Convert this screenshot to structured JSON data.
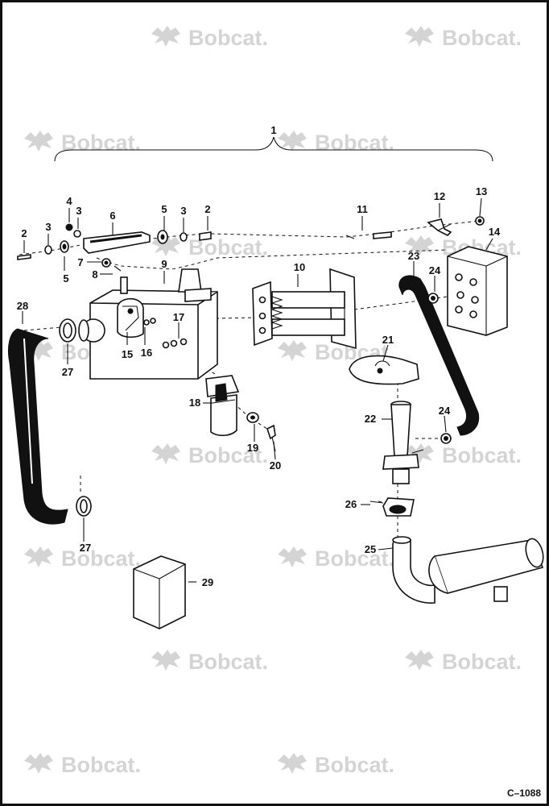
{
  "watermark": {
    "text": "Bobcat.",
    "icon": "bobcat-logo-icon"
  },
  "drawing_code": "C–1088",
  "callouts": {
    "c1": "1",
    "c2a": "2",
    "c2b": "2",
    "c3a": "3",
    "c3b": "3",
    "c3c": "3",
    "c4": "4",
    "c5a": "5",
    "c5b": "5",
    "c6": "6",
    "c7": "7",
    "c8": "8",
    "c9": "9",
    "c10": "10",
    "c11": "11",
    "c12": "12",
    "c13": "13",
    "c14": "14",
    "c15": "15",
    "c16": "16",
    "c17": "17",
    "c18": "18",
    "c19": "19",
    "c20": "20",
    "c21": "21",
    "c22": "22",
    "c23": "23",
    "c24a": "24",
    "c24b": "24",
    "c25": "25",
    "c26": "26",
    "c27a": "27",
    "c27b": "27",
    "c28": "28",
    "c29": "29"
  }
}
